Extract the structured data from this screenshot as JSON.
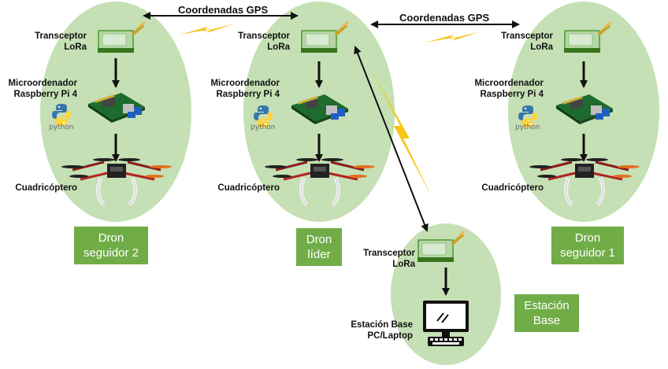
{
  "gps_links": {
    "left": "Coordenadas GPS",
    "right": "Coordenadas GPS"
  },
  "nodes": {
    "follower2": {
      "transceiver": [
        "Transceptor",
        "LoRa"
      ],
      "computer": [
        "Microordenador",
        "Raspberry Pi 4"
      ],
      "python": "python",
      "drone": "Cuadricóptero",
      "badge": [
        "Dron",
        "seguidor 2"
      ]
    },
    "leader": {
      "transceiver": [
        "Transceptor",
        "LoRa"
      ],
      "computer": [
        "Microordenador",
        "Raspberry Pi 4"
      ],
      "python": "python",
      "drone": "Cuadricóptero",
      "badge": [
        "Dron",
        "líder"
      ]
    },
    "follower1": {
      "transceiver": [
        "Transceptor",
        "LoRa"
      ],
      "computer": [
        "Microordenador",
        "Raspberry Pi 4"
      ],
      "python": "python",
      "drone": "Cuadricóptero",
      "badge": [
        "Dron",
        "seguidor 1"
      ]
    },
    "base": {
      "transceiver": [
        "Transceptor",
        "LoRa"
      ],
      "station": [
        "Estación Base",
        "PC/Laptop"
      ],
      "badge": [
        "Estación",
        "Base"
      ]
    }
  },
  "colors": {
    "ellipse": "#c5e0b4",
    "badge": "#70ad47",
    "lightning": "#f5c518",
    "lora_module": "#a9d18e"
  }
}
